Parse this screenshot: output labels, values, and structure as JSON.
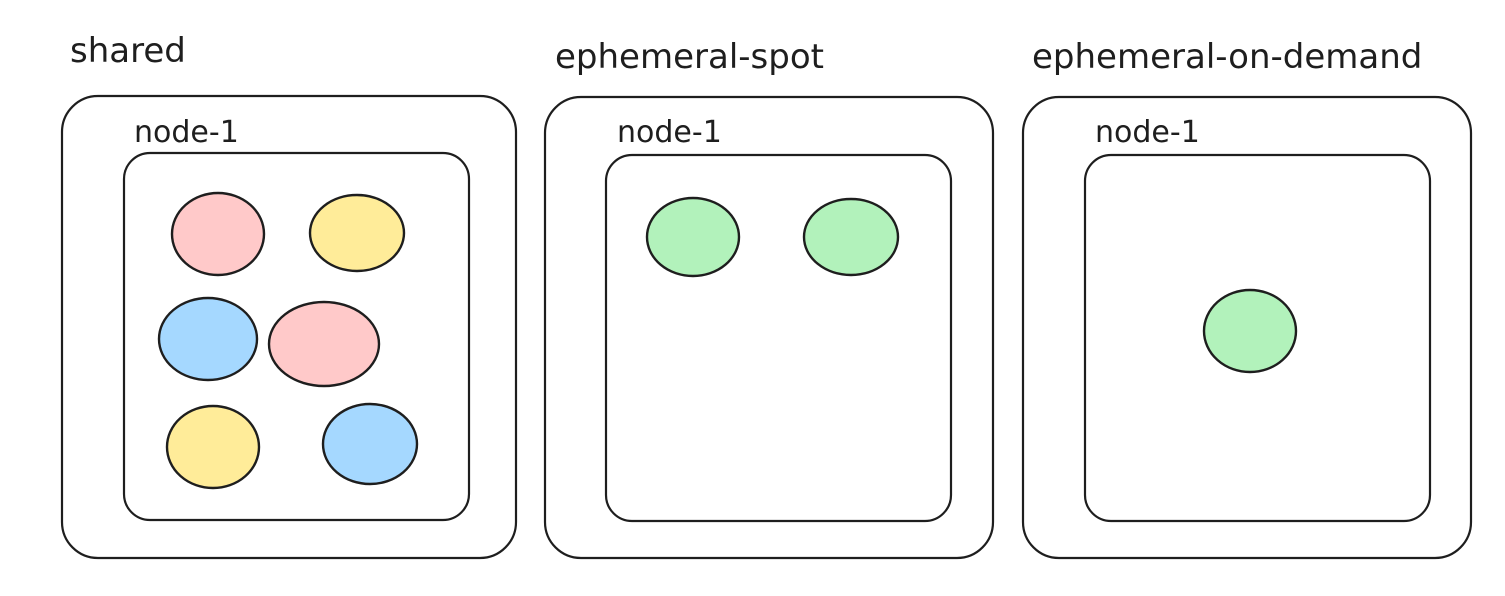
{
  "colors": {
    "pink": "#ffc9c9",
    "yellow": "#ffec99",
    "blue": "#a5d8ff",
    "green": "#b2f2bb",
    "stroke": "#1e1e1e"
  },
  "pools": [
    {
      "title": "shared",
      "node": {
        "title": "node-1",
        "pods": [
          {
            "color": "pink"
          },
          {
            "color": "yellow"
          },
          {
            "color": "blue"
          },
          {
            "color": "pink"
          },
          {
            "color": "yellow"
          },
          {
            "color": "blue"
          }
        ]
      }
    },
    {
      "title": "ephemeral-spot",
      "node": {
        "title": "node-1",
        "pods": [
          {
            "color": "green"
          },
          {
            "color": "green"
          }
        ]
      }
    },
    {
      "title": "ephemeral-on-demand",
      "node": {
        "title": "node-1",
        "pods": [
          {
            "color": "green"
          }
        ]
      }
    }
  ]
}
